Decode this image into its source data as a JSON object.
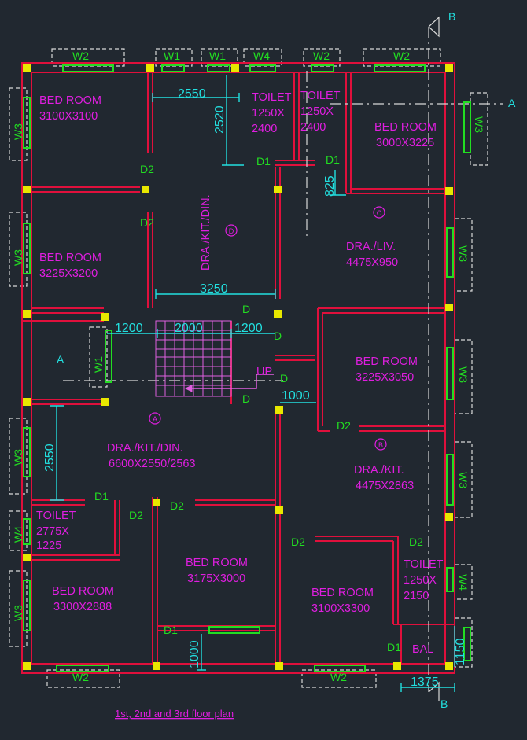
{
  "title": "1st, 2nd and 3rd floor plan",
  "colors": {
    "background": "#212830",
    "wall": "#e0103c",
    "room_text": "#e01ee0",
    "dimension": "#22e0e0",
    "window": "#22dd22",
    "column": "#e8e800",
    "stair": "#e060e0",
    "gridline": "#d8d8d8"
  },
  "rooms": {
    "bed1": {
      "name": "BED ROOM",
      "size": "3100X3100"
    },
    "bed2": {
      "name": "BED ROOM",
      "size": "3225X3200"
    },
    "toilet1": {
      "name": "TOILET",
      "size1": "1250X",
      "size2": "2400"
    },
    "toilet2": {
      "name": "TOILET",
      "size1": "1250X",
      "size2": "2400"
    },
    "bed3": {
      "name": "BED ROOM",
      "size": "3000X3225"
    },
    "drakitdin_d": {
      "name": "DRA./KIT./DIN."
    },
    "dra_liv": {
      "name": "DRA./LIV.",
      "size": "4475X950"
    },
    "bed4": {
      "name": "BED ROOM",
      "size": "3225X3050"
    },
    "drakitdin_a": {
      "name": "DRA./KIT./DIN.",
      "size": "6600X2550/2563"
    },
    "dra_kit": {
      "name": "DRA./KIT.",
      "size": "4475X2863"
    },
    "toilet3": {
      "name": "TOILET",
      "size1": "2775X",
      "size2": "1225"
    },
    "bed5": {
      "name": "BED ROOM",
      "size": "3175X3000"
    },
    "bed6": {
      "name": "BED ROOM",
      "size": "3300X2888"
    },
    "bed7": {
      "name": "BED ROOM",
      "size": "3100X3300"
    },
    "toilet4": {
      "name": "TOILET",
      "size1": "1250X",
      "size2": "2150"
    },
    "bal": {
      "name": "BAL"
    }
  },
  "flat_marks": {
    "a": "A",
    "b": "B",
    "c": "C",
    "d": "D"
  },
  "section_marks": {
    "a": "A",
    "b": "B"
  },
  "dimensions": {
    "d2550_top": "2550",
    "d2520": "2520",
    "d825": "825",
    "d3250": "3250",
    "d1200_left": "1200",
    "d2000": "2000",
    "d1200_right": "1200",
    "d1000_mid": "1000",
    "d2550_left": "2550",
    "d1000_bottom": "1000",
    "d1150": "1150",
    "d1375": "1375"
  },
  "doors": {
    "d": "D",
    "d1": "D1",
    "d2": "D2"
  },
  "windows": {
    "w1": "W1",
    "w2": "W2",
    "w3": "W3",
    "w4": "W4"
  },
  "stair": {
    "up": "UP"
  }
}
